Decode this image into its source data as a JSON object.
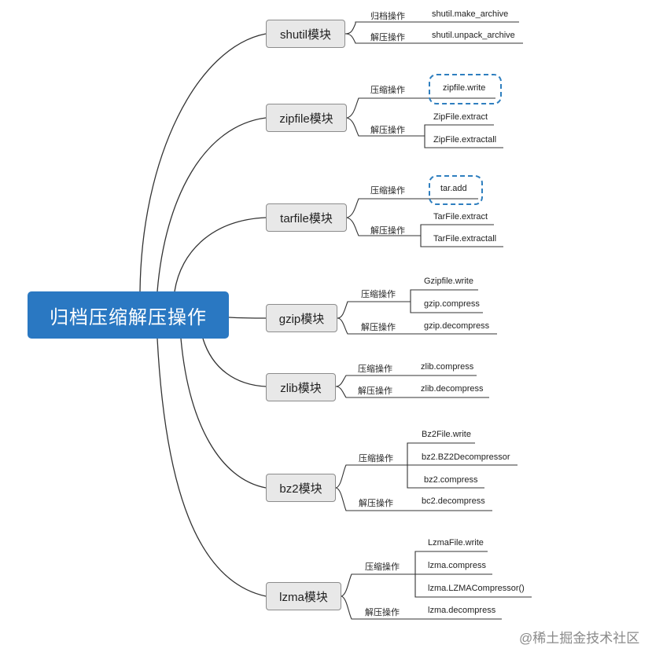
{
  "root": {
    "label": "归档压缩解压操作"
  },
  "modules": {
    "shutil": {
      "label": "shutil模块",
      "archive_op": "归档操作",
      "unpack_op": "解压操作",
      "archive_leaf": "shutil.make_archive",
      "unpack_leaf": "shutil.unpack_archive"
    },
    "zipfile": {
      "label": "zipfile模块",
      "compress_op": "压缩操作",
      "decompress_op": "解压操作",
      "compress_leaf": "zipfile.write",
      "extract_leaf": "ZipFile.extract",
      "extractall_leaf": "ZipFile.extractall"
    },
    "tarfile": {
      "label": "tarfile模块",
      "compress_op": "压缩操作",
      "decompress_op": "解压操作",
      "compress_leaf": "tar.add",
      "extract_leaf": "TarFile.extract",
      "extractall_leaf": "TarFile.extractall"
    },
    "gzip": {
      "label": "gzip模块",
      "compress_op": "压缩操作",
      "decompress_op": "解压操作",
      "write_leaf": "Gzipfile.write",
      "compress_leaf": "gzip.compress",
      "decompress_leaf": "gzip.decompress"
    },
    "zlib": {
      "label": "zlib模块",
      "compress_op": "压缩操作",
      "decompress_op": "解压操作",
      "compress_leaf": "zlib.compress",
      "decompress_leaf": "zlib.decompress"
    },
    "bz2": {
      "label": "bz2模块",
      "compress_op": "压缩操作",
      "decompress_op": "解压操作",
      "write_leaf": "Bz2File.write",
      "decompressor_leaf": "bz2.BZ2Decompressor",
      "compress_leaf": "bz2.compress",
      "decompress_leaf": "bc2.decompress"
    },
    "lzma": {
      "label": "lzma模块",
      "compress_op": "压缩操作",
      "decompress_op": "解压操作",
      "write_leaf": "LzmaFile.write",
      "compress_leaf": "lzma.compress",
      "compressor_leaf": "lzma.LZMACompressor()",
      "decompress_leaf": "lzma.decompress"
    }
  },
  "watermark": "@稀土掘金技术社区",
  "colors": {
    "root_bg": "#2a78c2",
    "module_bg": "#e8e8e8",
    "highlight_dash": "#2f7fbf",
    "line": "#333333"
  }
}
